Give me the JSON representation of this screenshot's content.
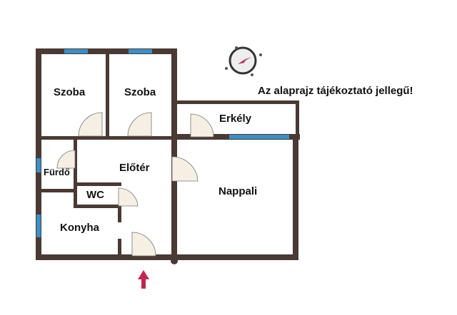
{
  "rooms": {
    "szoba1": "Szoba",
    "szoba2": "Szoba",
    "erkely": "Erkély",
    "furdo": "Fürdő",
    "eloter": "Előtér",
    "wc": "WC",
    "nappali": "Nappali",
    "konyha": "Konyha"
  },
  "disclaimer": "Az alaprajz tájékoztató jellegű!",
  "colors": {
    "wall": "#4a3a34",
    "window": "#3b8fc6",
    "door": "#f6efe4",
    "arrow": "#c2264d"
  }
}
